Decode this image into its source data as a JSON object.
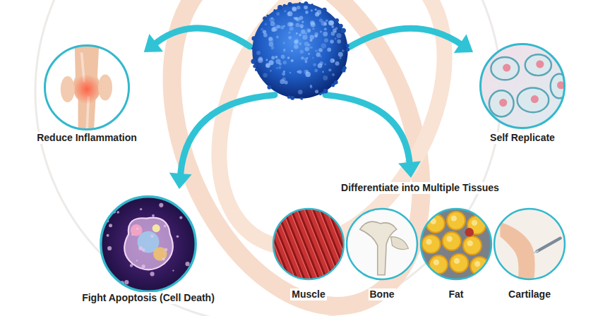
{
  "diagram": {
    "nodes": [
      {
        "text": [
          "Reduce Inflammation"
        ]
      },
      {
        "text": []
      },
      {
        "text": [
          "Self Replicate"
        ]
      },
      {
        "text": [
          "Differentiate into Multiple Tissues"
        ]
      },
      {
        "text": [
          "Muscle"
        ],
        "in": 3
      },
      {
        "text": [
          "Bone"
        ],
        "in": 3
      },
      {
        "text": [
          "Fat"
        ],
        "in": 3
      },
      {
        "text": [
          "Cartilage"
        ],
        "in": 3
      },
      {
        "text": [
          "Fight Apoptosis (Cell Death)"
        ]
      }
    ],
    "edges": [
      {
        "from": 1,
        "to": 0,
        "arrow": "to"
      },
      {
        "from": 1,
        "to": 2,
        "arrow": "to"
      },
      {
        "from": 1,
        "to": 8,
        "arrow": "to"
      },
      {
        "from": 1,
        "to": 3,
        "arrow": "to"
      }
    ]
  }
}
